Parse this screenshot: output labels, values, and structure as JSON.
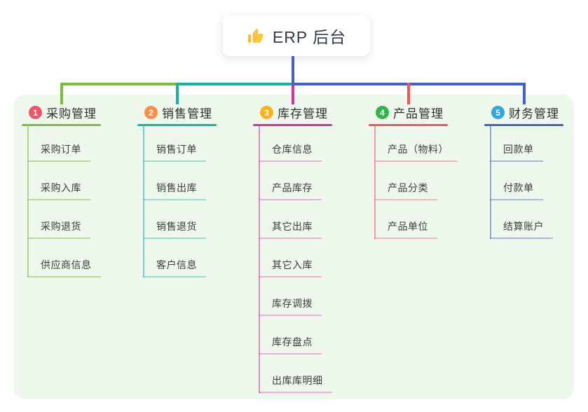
{
  "root": {
    "title": "ERP 后台",
    "icon": "thumbs-up",
    "icon_colors": {
      "hand": "#fac63d",
      "sleeve": "#f7b82c"
    }
  },
  "branches": [
    {
      "index": "1",
      "title": "采购管理",
      "badge_color": "#f4516c",
      "line_color": "#7bbd3e",
      "lite_color": "#b7db94",
      "items": [
        "采购订单",
        "采购入库",
        "采购退货",
        "供应商信息"
      ]
    },
    {
      "index": "2",
      "title": "销售管理",
      "badge_color": "#f98e45",
      "line_color": "#17b3a6",
      "lite_color": "#9bdcd2",
      "items": [
        "销售订单",
        "销售出库",
        "销售退货",
        "客户信息"
      ]
    },
    {
      "index": "3",
      "title": "库存管理",
      "badge_color": "#fdb21d",
      "line_color": "#d4339e",
      "lite_color": "#efadd5",
      "items": [
        "仓库信息",
        "产品库存",
        "其它出库",
        "其它入库",
        "库存调拨",
        "库存盘点",
        "出库库明细"
      ]
    },
    {
      "index": "4",
      "title": "产品管理",
      "badge_color": "#2cb54a",
      "line_color": "#f2545c",
      "lite_color": "#f8b5b7",
      "items": [
        "产品（物料）",
        "产品分类",
        "产品单位"
      ]
    },
    {
      "index": "5",
      "title": "财务管理",
      "badge_color": "#2aaae2",
      "line_color": "#3f63c8",
      "lite_color": "#a8b9de",
      "items": [
        "回款单",
        "付款单",
        "结算账户"
      ]
    }
  ],
  "colors": {
    "canvas_bg": "#ffffff",
    "panel_bg": "#eef8ec",
    "trunk": "#4a5fc9",
    "title_text": "#2f2f2f",
    "item_text": "#3d3d3d",
    "root_text": "#333b4c"
  }
}
